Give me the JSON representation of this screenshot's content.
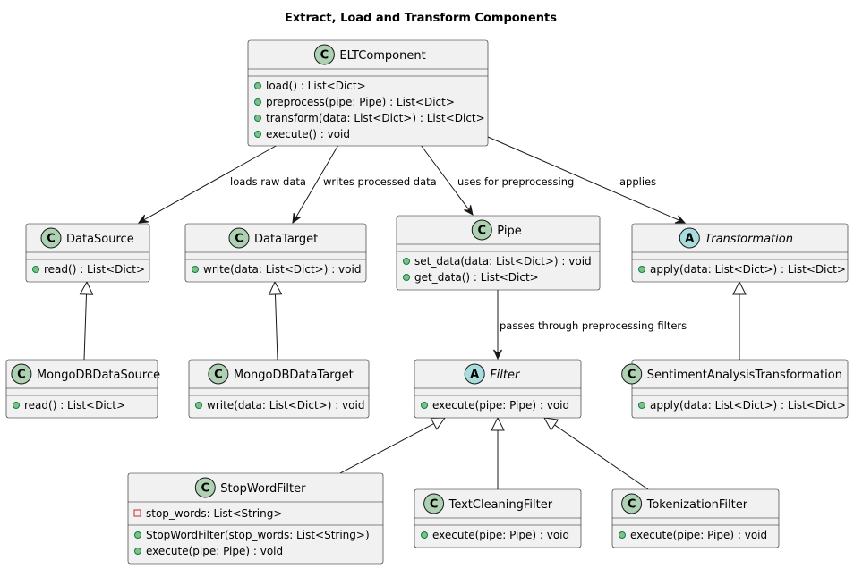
{
  "title": "Extract, Load and Transform Components",
  "classes": {
    "elt": {
      "stereotype": "C",
      "name": "ELTComponent",
      "attributes": [],
      "methods": [
        "load() : List<Dict>",
        "preprocess(pipe: Pipe) : List<Dict>",
        "transform(data: List<Dict>) : List<Dict>",
        "execute() : void"
      ]
    },
    "datasource": {
      "stereotype": "C",
      "name": "DataSource",
      "attributes": [],
      "methods": [
        "read() : List<Dict>"
      ]
    },
    "datatarget": {
      "stereotype": "C",
      "name": "DataTarget",
      "attributes": [],
      "methods": [
        "write(data: List<Dict>) : void"
      ]
    },
    "pipe": {
      "stereotype": "C",
      "name": "Pipe",
      "attributes": [],
      "methods": [
        "set_data(data: List<Dict>) : void",
        "get_data() : List<Dict>"
      ]
    },
    "transformation": {
      "stereotype": "A",
      "name": "Transformation",
      "abstract": true,
      "attributes": [],
      "methods": [
        "apply(data: List<Dict>) : List<Dict>"
      ]
    },
    "mongosource": {
      "stereotype": "C",
      "name": "MongoDBDataSource",
      "attributes": [],
      "methods": [
        "read() : List<Dict>"
      ]
    },
    "mongotarget": {
      "stereotype": "C",
      "name": "MongoDBDataTarget",
      "attributes": [],
      "methods": [
        "write(data: List<Dict>) : void"
      ]
    },
    "filter": {
      "stereotype": "A",
      "name": "Filter",
      "abstract": true,
      "attributes": [],
      "methods": [
        "execute(pipe: Pipe) : void"
      ]
    },
    "sentiment": {
      "stereotype": "C",
      "name": "SentimentAnalysisTransformation",
      "attributes": [],
      "methods": [
        "apply(data: List<Dict>) : List<Dict>"
      ]
    },
    "stopword": {
      "stereotype": "C",
      "name": "StopWordFilter",
      "attributes": [
        "stop_words: List<String>"
      ],
      "methods": [
        "StopWordFilter(stop_words: List<String>)",
        "execute(pipe: Pipe) : void"
      ]
    },
    "textclean": {
      "stereotype": "C",
      "name": "TextCleaningFilter",
      "attributes": [],
      "methods": [
        "execute(pipe: Pipe) : void"
      ]
    },
    "tokenize": {
      "stereotype": "C",
      "name": "TokenizationFilter",
      "attributes": [],
      "methods": [
        "execute(pipe: Pipe) : void"
      ]
    }
  },
  "relations": [
    {
      "from": "elt",
      "to": "datasource",
      "kind": "association",
      "label": "loads raw data"
    },
    {
      "from": "elt",
      "to": "datatarget",
      "kind": "association",
      "label": "writes processed data"
    },
    {
      "from": "elt",
      "to": "pipe",
      "kind": "association",
      "label": "uses for preprocessing"
    },
    {
      "from": "elt",
      "to": "transformation",
      "kind": "association",
      "label": "applies"
    },
    {
      "from": "pipe",
      "to": "filter",
      "kind": "association",
      "label": "passes through preprocessing filters"
    },
    {
      "from": "mongosource",
      "to": "datasource",
      "kind": "inheritance",
      "label": ""
    },
    {
      "from": "mongotarget",
      "to": "datatarget",
      "kind": "inheritance",
      "label": ""
    },
    {
      "from": "sentiment",
      "to": "transformation",
      "kind": "inheritance",
      "label": ""
    },
    {
      "from": "stopword",
      "to": "filter",
      "kind": "inheritance",
      "label": ""
    },
    {
      "from": "textclean",
      "to": "filter",
      "kind": "inheritance",
      "label": ""
    },
    {
      "from": "tokenize",
      "to": "filter",
      "kind": "inheritance",
      "label": ""
    }
  ]
}
